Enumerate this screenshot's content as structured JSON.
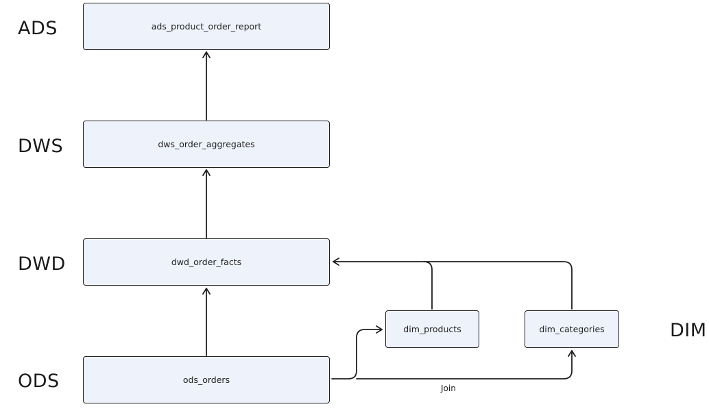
{
  "layers": {
    "ads": "ADS",
    "dws": "DWS",
    "dwd": "DWD",
    "ods": "ODS",
    "dim": "DIM"
  },
  "nodes": {
    "ads_product_order_report": "ads_product_order_report",
    "dws_order_aggregates": "dws_order_aggregates",
    "dwd_order_facts": "dwd_order_facts",
    "ods_orders": "ods_orders",
    "dim_products": "dim_products",
    "dim_categories": "dim_categories"
  },
  "edges": [
    {
      "from": "ods_orders",
      "to": "dwd_order_facts"
    },
    {
      "from": "dwd_order_facts",
      "to": "dws_order_aggregates"
    },
    {
      "from": "dws_order_aggregates",
      "to": "ads_product_order_report"
    },
    {
      "from": "ods_orders",
      "to": "dim_products"
    },
    {
      "from": "ods_orders",
      "to": "dim_categories",
      "label": "Join"
    },
    {
      "from": "dim_products",
      "to": "dwd_order_facts"
    },
    {
      "from": "dim_categories",
      "to": "dwd_order_facts"
    }
  ],
  "edge_labels": {
    "join": "Join"
  }
}
